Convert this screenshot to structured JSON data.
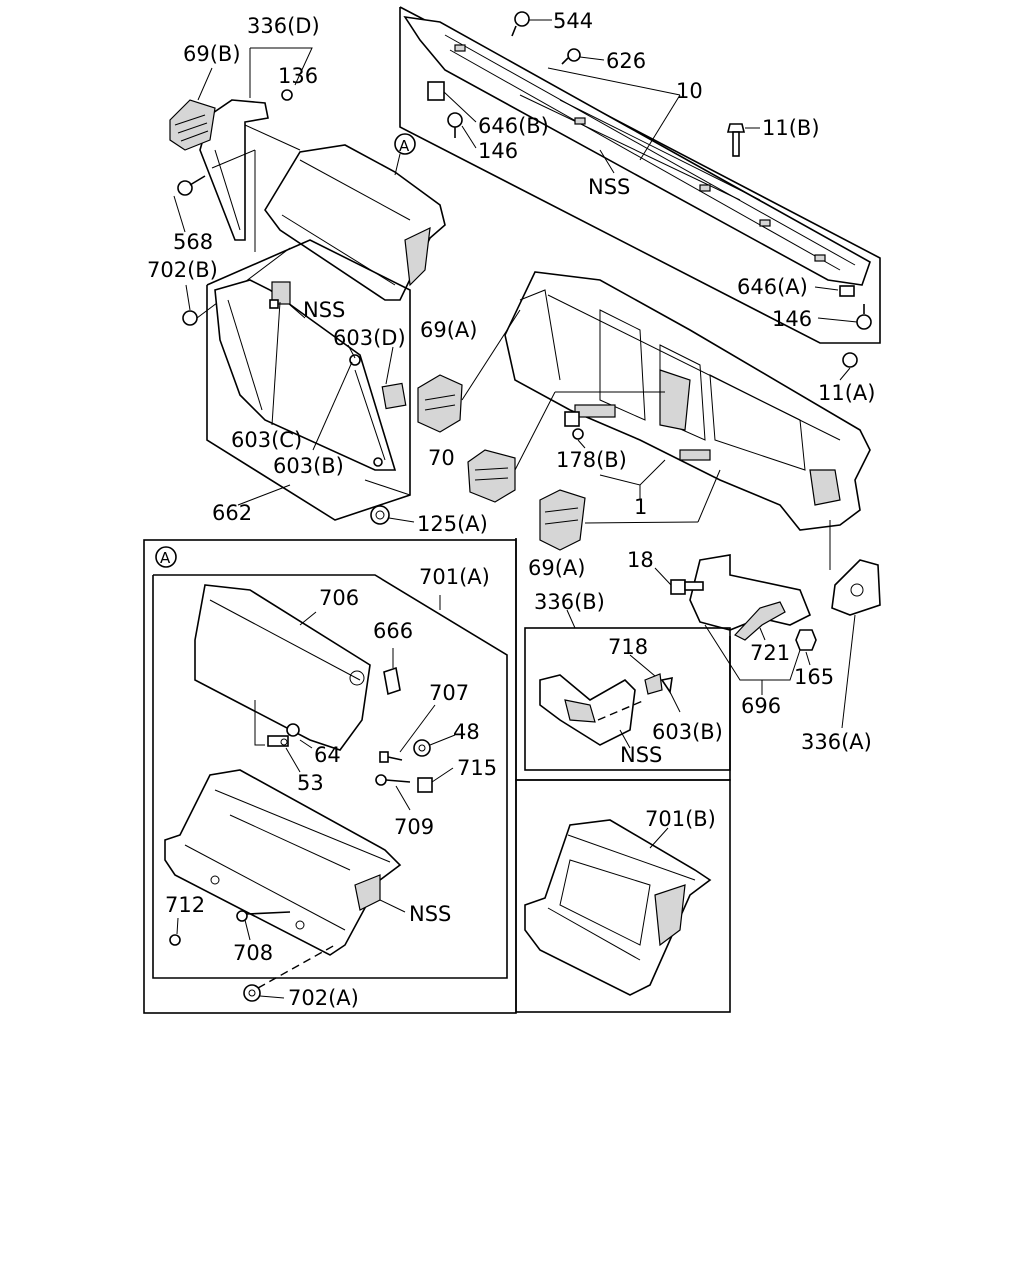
{
  "labels": {
    "l544": "544",
    "l626": "626",
    "l10": "10",
    "l646b": "646(B)",
    "l146a": "146",
    "l11b": "11(B)",
    "lnss_top": "NSS",
    "l336d": "336(D)",
    "l69b": "69(B)",
    "l136": "136",
    "lA_top": "A",
    "l568": "568",
    "l702b": "702(B)",
    "lnss_left": "NSS",
    "l603d": "603(D)",
    "l603c": "603(C)",
    "l603b_left": "603(B)",
    "l662": "662",
    "l125a": "125(A)",
    "l69a_upper": "69(A)",
    "l70": "70",
    "l178b": "178(B)",
    "l1": "1",
    "l69a_lower": "69(A)",
    "l646a": "646(A)",
    "l146b": "146",
    "l11a": "11(A)",
    "l18": "18",
    "l336b": "336(B)",
    "l718": "718",
    "l603b_right": "603(B)",
    "lnss_right": "NSS",
    "l721": "721",
    "l165": "165",
    "l696": "696",
    "l336a": "336(A)",
    "lA_inset": "A",
    "l701a": "701(A)",
    "l706": "706",
    "l666": "666",
    "l707": "707",
    "l48": "48",
    "l64": "64",
    "l53": "53",
    "l715": "715",
    "l709": "709",
    "l712": "712",
    "lnss_inset": "NSS",
    "l708": "708",
    "l702a": "702(A)",
    "l701b": "701(B)"
  }
}
